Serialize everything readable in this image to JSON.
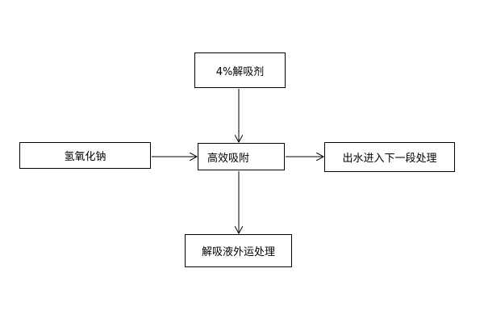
{
  "diagram": {
    "nodes": {
      "desorbent": "4%解吸剂",
      "naoh": "氢氧化钠",
      "adsorption": "高效吸附",
      "outlet": "出水进入下一段处理",
      "desorbate": "解吸液外运处理"
    },
    "edges": [
      {
        "from": "desorbent",
        "to": "adsorption"
      },
      {
        "from": "naoh",
        "to": "adsorption"
      },
      {
        "from": "adsorption",
        "to": "outlet"
      },
      {
        "from": "adsorption",
        "to": "desorbate"
      }
    ],
    "colors": {
      "line": "#000000",
      "background": "#ffffff"
    }
  }
}
